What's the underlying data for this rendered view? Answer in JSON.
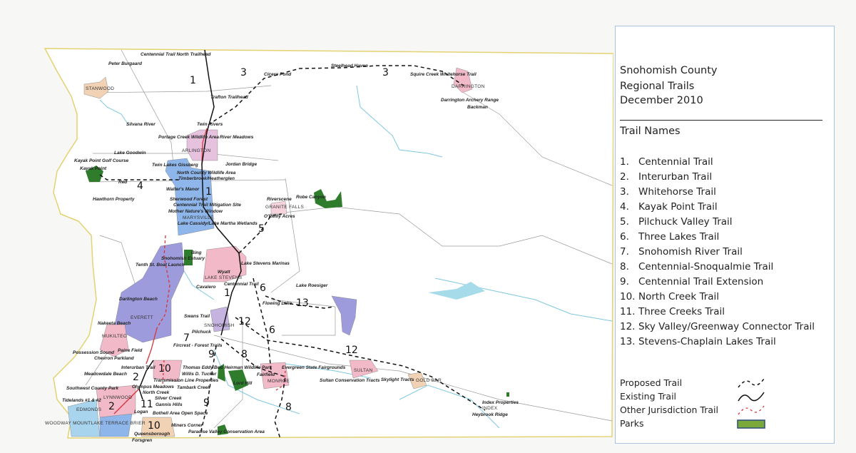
{
  "legend": {
    "title_line1": "Snohomish County",
    "title_line2": "Regional Trails",
    "date": "December 2010",
    "trail_names_heading": "Trail Names",
    "trails": [
      {
        "num": "1.",
        "name": "Centennial Trail"
      },
      {
        "num": "2.",
        "name": "Interurban Trail"
      },
      {
        "num": "3.",
        "name": "Whitehorse Trail"
      },
      {
        "num": "4.",
        "name": "Kayak Point Trail"
      },
      {
        "num": "5.",
        "name": "Pilchuck Valley Trail"
      },
      {
        "num": "6.",
        "name": "Three Lakes Trail"
      },
      {
        "num": "7.",
        "name": "Snohomish River Trail"
      },
      {
        "num": "8.",
        "name": "Centennial-Snoqualmie Trail"
      },
      {
        "num": "9.",
        "name": "Centennial Trail Extension"
      },
      {
        "num": "10.",
        "name": "North Creek Trail"
      },
      {
        "num": "11.",
        "name": "Three Creeks Trail"
      },
      {
        "num": "12.",
        "name": "Sky Valley/Greenway Connector Trail"
      },
      {
        "num": "13.",
        "name": "Stevens-Chaplain Lakes Trail"
      }
    ],
    "key": [
      {
        "label": "Proposed Trail",
        "symbol": "dashed-black-line"
      },
      {
        "label": "Existing Trail",
        "symbol": "solid-black-line"
      },
      {
        "label": "Other Jurisdiction Trail",
        "symbol": "dashed-red-line"
      },
      {
        "label": "Parks",
        "symbol": "green-rectangle"
      }
    ]
  },
  "colors": {
    "county_border": "#e3d271",
    "park": "#2f7d2c",
    "existing_trail": "#111111",
    "other_jurisdiction_trail": "#d9343a",
    "water": "#7fc8e0",
    "city_pink": "#f2b9c9",
    "city_blue": "#8fb6ea",
    "city_purple": "#9d9bdc",
    "city_peach": "#f1d2b4"
  },
  "map": {
    "trail_numbers": [
      "1",
      "1",
      "1",
      "3",
      "3",
      "4",
      "5",
      "6",
      "6",
      "7",
      "8",
      "8",
      "9",
      "9",
      "10",
      "10",
      "11",
      "12",
      "12",
      "13",
      "2",
      "2"
    ],
    "places": [
      "Centennial Trail North Trailhead",
      "Peter Burgaard",
      "STANWOOD",
      "Cicero Pond",
      "Steelhead Haven",
      "Squire Creek Whitehorse Trail",
      "DARRINGTON",
      "Darrington Archery Range",
      "Backman",
      "Trafton Trailhead",
      "Twin Rivers",
      "Silvana River",
      "Portage Creek Wildlife Area",
      "River Meadows",
      "ARLINGTON",
      "Lake Goodwin",
      "Kayak Point Golf Course",
      "Kayak Point",
      "Twin Lakes Gissberg",
      "Jordan Bridge",
      "North County Wildlife Area",
      "Timberbrook/Heatherglen",
      "Red",
      "Walter's Manor",
      "Sherwood Forest",
      "Hawthorn Property",
      "Centennial Trail Mitigation Site",
      "Mother Nature's Window",
      "MARYSVILLE",
      "Lake Cassidy/Lake Martha Wetlands",
      "Riverscene",
      "GRANITE FALLS",
      "Robe Canyon",
      "O'Reilly Acres",
      "Bing",
      "Snohomish Estuary",
      "Tenth St. Boat Launch",
      "Wyatt",
      "LAKE STEVENS",
      "Lake Stevens Marinas",
      "Cavalero",
      "Centennial Trail",
      "Lake Roesiger",
      "Darlington Beach",
      "EVERETT",
      "Swans Trail",
      "SNOHOMISH",
      "Flowing Lake",
      "Nakeeta Beach",
      "MUKILTEO",
      "Pilchuck",
      "Fircrest - Forest Trails",
      "Paine Field",
      "Possession Sound",
      "Chevron Parkland",
      "Interurban Trail",
      "Meadowdale Beach",
      "Thomas Eddy",
      "Bob Heirman Wildlife Park",
      "Evergreen State Fairgrounds",
      "Willis D. Tucker",
      "Transmission Line Properties",
      "Fairfield",
      "MONROE",
      "SULTAN",
      "Sultan Conservation Tracts",
      "Skylight Tracts",
      "GOLD BAR",
      "Olympus Meadows",
      "Tambark Creek",
      "North Creek",
      "Southwest County Park",
      "Silver Creek",
      "LYNNWOOD",
      "Tidelands #1 & #2",
      "Index Properties",
      "INDEX",
      "Heybrook Ridge",
      "Gannis Hills",
      "EDMONDS",
      "Logan",
      "Bothell Area Open Space",
      "Queensborough",
      "WOODWAY MOUNTLAKE TERRACE BRIER",
      "Miners Corner",
      "Forsgren",
      "Paradise Valley Conservation Area",
      "Lord Hill"
    ]
  }
}
